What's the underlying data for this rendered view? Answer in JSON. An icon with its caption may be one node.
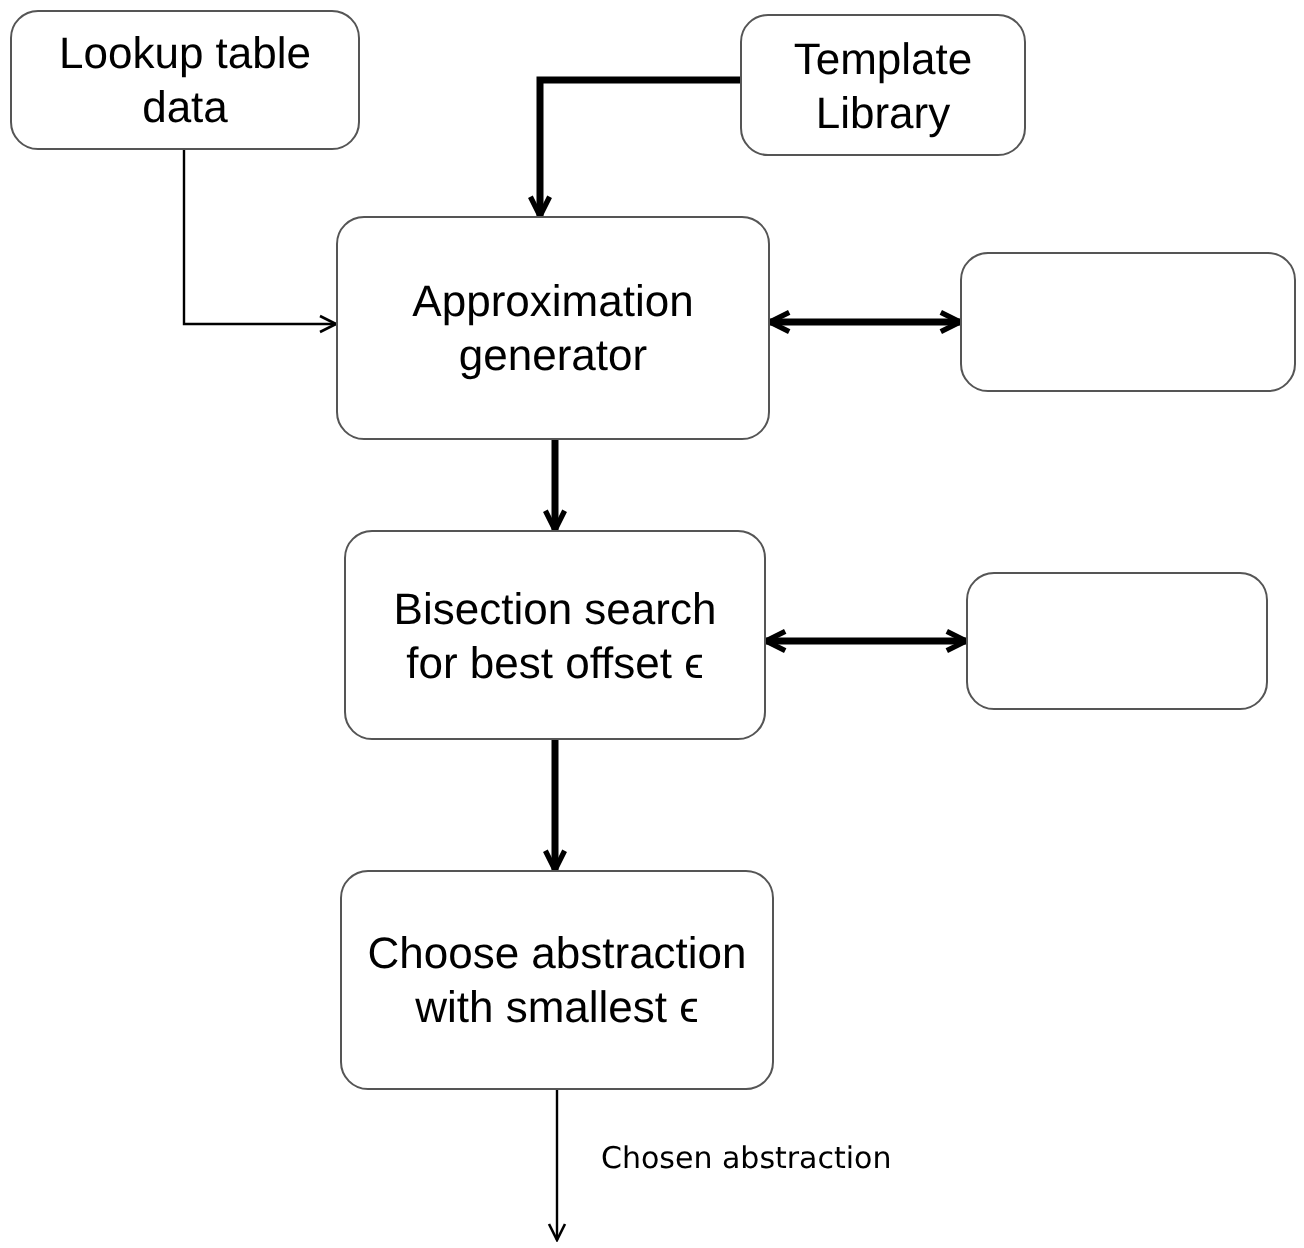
{
  "diagram": {
    "nodes": [
      {
        "text": [
          "Lookup table data"
        ]
      },
      {
        "text": [
          "Template Library"
        ]
      },
      {
        "text": [
          "Approximation generator"
        ]
      },
      {
        "text": [],
        "shape": "box"
      },
      {
        "text": [
          "Bisection search for best offset ϵ"
        ]
      },
      {
        "text": [],
        "shape": "box"
      },
      {
        "text": [
          "Choose abstraction with smallest ϵ"
        ]
      }
    ],
    "edges": [
      {
        "from": 0,
        "to": 2,
        "arrow": "to"
      },
      {
        "from": 1,
        "to": 2,
        "arrow": "to"
      },
      {
        "from": 2,
        "to": 3,
        "arrow": "both"
      },
      {
        "from": 2,
        "to": 4,
        "arrow": "to"
      },
      {
        "from": 4,
        "to": 5,
        "arrow": "both"
      },
      {
        "from": 4,
        "to": 6,
        "arrow": "to"
      },
      {
        "from": 6,
        "to": null,
        "arrow": "to",
        "label": "Chosen abstraction"
      }
    ]
  }
}
